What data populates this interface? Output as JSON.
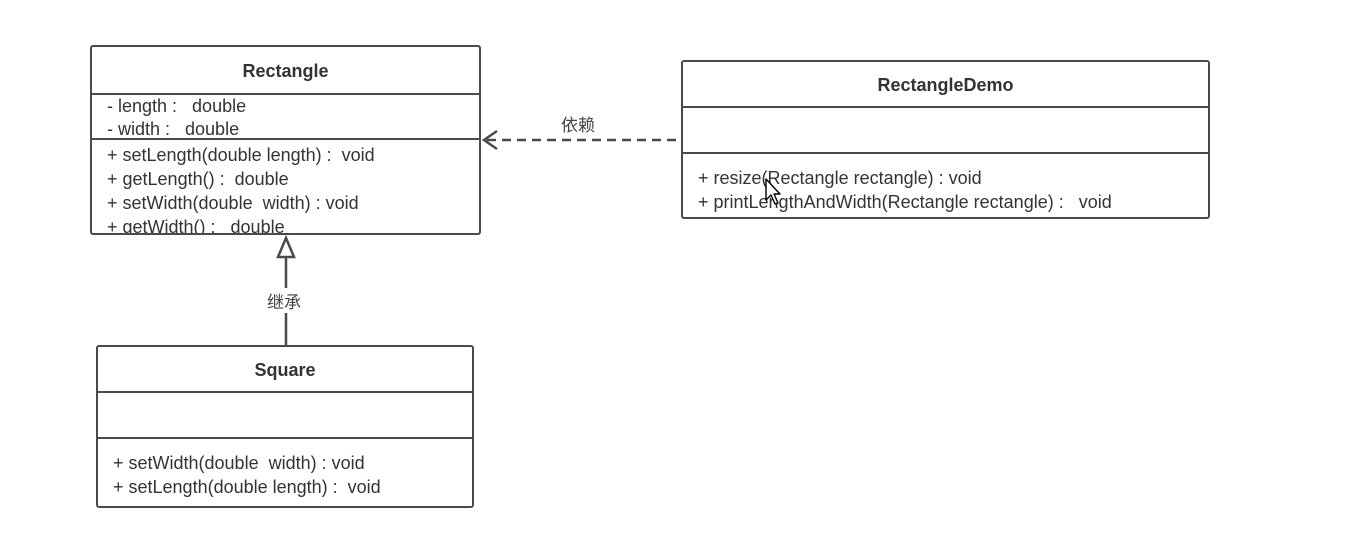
{
  "classes": {
    "rectangle": {
      "name": "Rectangle",
      "attributes": [
        "- length :   double",
        "- width :   double"
      ],
      "methods": [
        "+ setLength(double length) :  void",
        "+ getLength() :  double",
        "+ setWidth(double  width) : void",
        "+ getWidth() :   double"
      ]
    },
    "rectangle_demo": {
      "name": "RectangleDemo",
      "attributes": [],
      "methods": [
        "+ resize(Rectangle rectangle) : void",
        "+ printLengthAndWidth(Rectangle rectangle) :   void"
      ]
    },
    "square": {
      "name": "Square",
      "attributes": [],
      "methods": [
        "+ setWidth(double  width) : void",
        "+ setLength(double length) :  void"
      ]
    }
  },
  "relations": {
    "dependency": {
      "label": "依赖",
      "from": "RectangleDemo",
      "to": "Rectangle",
      "style": "dashed-open-arrow"
    },
    "inheritance": {
      "label": "继承",
      "from": "Square",
      "to": "Rectangle",
      "style": "solid-hollow-triangle"
    }
  },
  "colors": {
    "border": "#4a4a4a",
    "text": "#333333",
    "background": "#ffffff"
  }
}
